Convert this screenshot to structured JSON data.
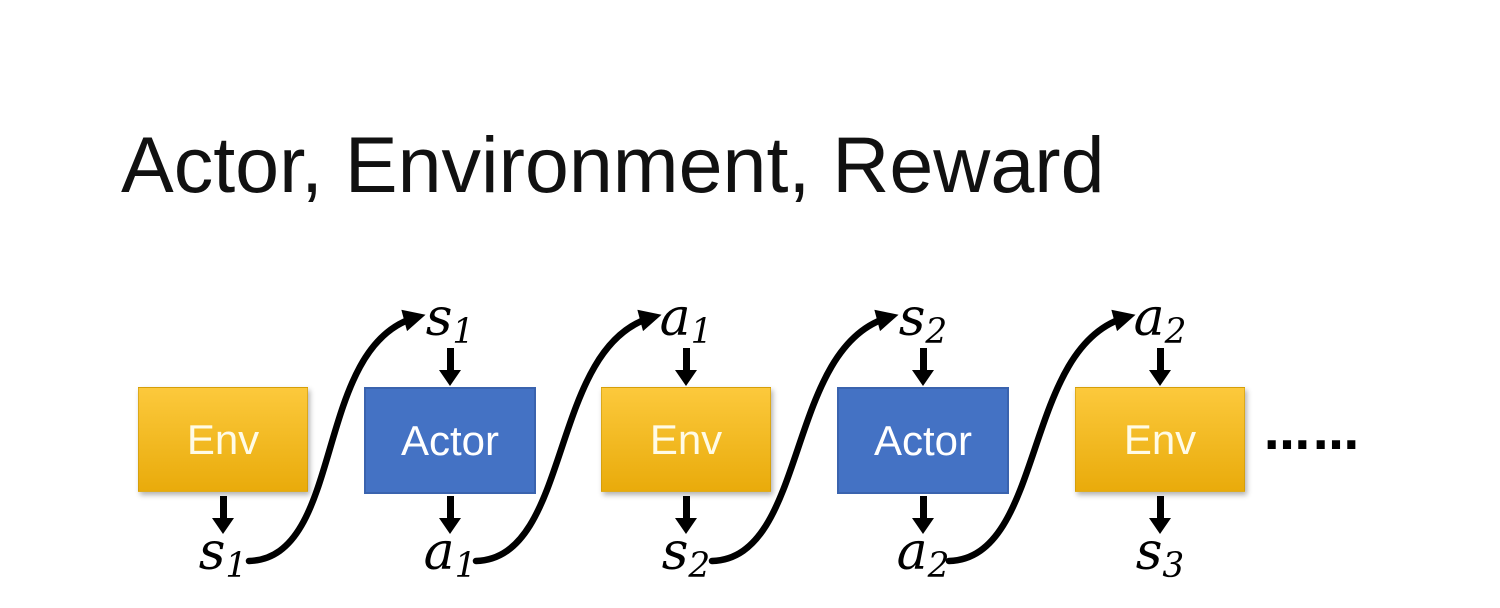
{
  "title": "Actor, Environment, Reward",
  "colors": {
    "ink": "#000000",
    "title_color": "#111111",
    "env_top": "#FCC93C",
    "env_bottom": "#E9AB0B",
    "env_text": "#FFFBE6",
    "actor_fill": "#4472C4",
    "actor_border": "#3A63AE",
    "actor_text": "#FFFFFF"
  },
  "diagram": {
    "dots": "……",
    "units": [
      {
        "box": "Env",
        "bottom": {
          "base": "s",
          "sub": "1"
        }
      },
      {
        "box": "Actor",
        "top": {
          "base": "s",
          "sub": "1"
        },
        "bottom": {
          "base": "a",
          "sub": "1"
        }
      },
      {
        "box": "Env",
        "top": {
          "base": "a",
          "sub": "1"
        },
        "bottom": {
          "base": "s",
          "sub": "2"
        }
      },
      {
        "box": "Actor",
        "top": {
          "base": "s",
          "sub": "2"
        },
        "bottom": {
          "base": "a",
          "sub": "2"
        }
      },
      {
        "box": "Env",
        "top": {
          "base": "a",
          "sub": "2"
        },
        "bottom": {
          "base": "s",
          "sub": "3"
        }
      }
    ]
  }
}
